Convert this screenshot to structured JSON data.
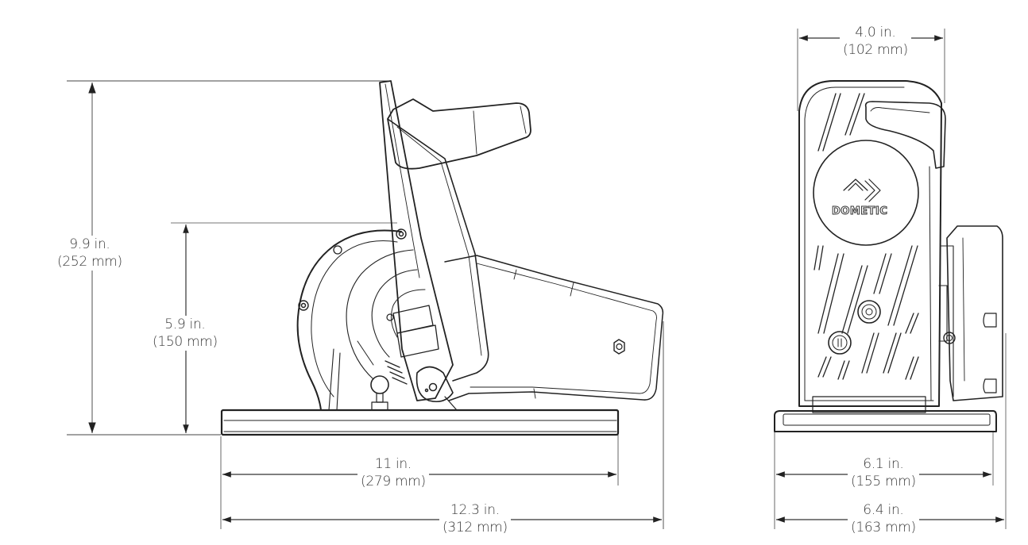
{
  "figure": {
    "type": "technical dimension drawing",
    "views": [
      "side-view",
      "front-view"
    ],
    "brand": "DOMETIC"
  },
  "dimensions": {
    "total_height": {
      "imperial": "9.9 in.",
      "metric": "(252 mm)"
    },
    "pivot_height": {
      "imperial": "5.9 in.",
      "metric": "(150 mm)"
    },
    "top_width": {
      "imperial": "4.0 in.",
      "metric": "(102 mm)"
    },
    "base_length": {
      "imperial": "11 in.",
      "metric": "(279 mm)"
    },
    "total_length": {
      "imperial": "12.3 in.",
      "metric": "(312 mm)"
    },
    "base_width": {
      "imperial": "6.1 in.",
      "metric": "(155 mm)"
    },
    "total_width": {
      "imperial": "6.4 in.",
      "metric": "(163 mm)"
    }
  },
  "colors": {
    "line": "#222222",
    "dim_line": "#8a8a8a",
    "text": "#3a3a3a"
  }
}
